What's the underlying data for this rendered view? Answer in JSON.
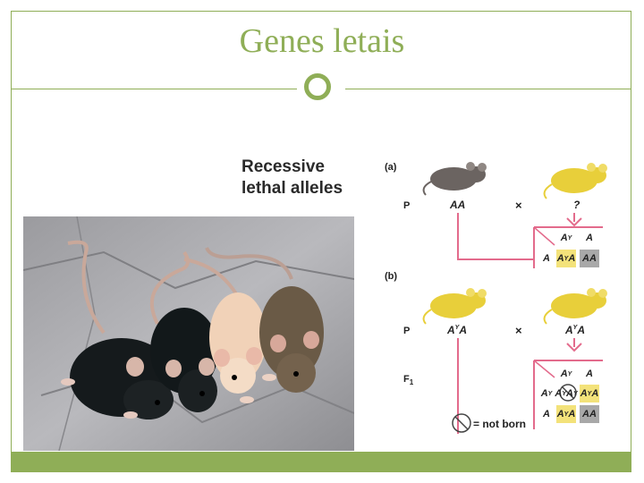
{
  "slide": {
    "title": "Genes letais"
  },
  "figure": {
    "heading_line1": "Recessive",
    "heading_line2": "lethal alleles",
    "panel_a": "(a)",
    "panel_b": "(b)",
    "p_label": "P",
    "f1_label": "F",
    "f1_sub": "1",
    "cross": "×",
    "a_parent_left": "AA",
    "a_parent_right": "?",
    "a_grid": {
      "col1": "A",
      "col1_sup": "Y",
      "col2": "A",
      "row1": "A",
      "c11": "A",
      "c11_sup": "Y",
      "c11_tail": "A",
      "c12": "AA"
    },
    "b_parent_left": "A",
    "b_parent_left_sup": "Y",
    "b_parent_left_tail": "A",
    "b_parent_right": "A",
    "b_parent_right_sup": "Y",
    "b_parent_right_tail": "A",
    "b_grid": {
      "col1": "A",
      "col1_sup": "Y",
      "col2": "A",
      "row1": "A",
      "row1_sup": "Y",
      "row2": "A",
      "c11": "A",
      "c11_sup": "Y",
      "c11_tail": "A",
      "c11_sup2": "Y",
      "c12": "A",
      "c12_sup": "Y",
      "c12_tail": "A",
      "c21": "A",
      "c21_sup": "Y",
      "c21_tail": "A",
      "c22": "AA"
    },
    "legend": "= not born"
  },
  "colors": {
    "accent": "#8fae57",
    "yellow_mouse": "#e8cf3a",
    "grey_mouse": "#6b6461",
    "pink_line": "#e36b8c",
    "yellow_cell": "#f3e27a",
    "grey_cell": "#a8a8a8"
  }
}
